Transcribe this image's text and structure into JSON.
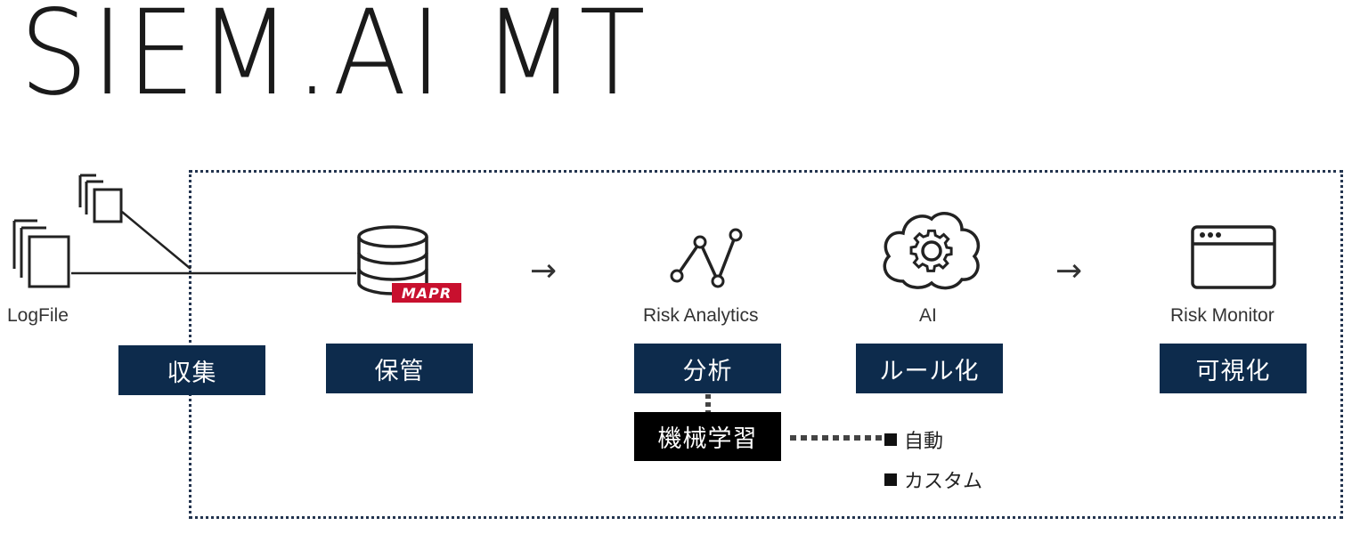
{
  "title": "SIEM.AI MT",
  "nodes": {
    "logfile": {
      "label": "LogFile"
    },
    "storage": {
      "badge": "MAPR"
    },
    "analytics": {
      "label": "Risk Analytics"
    },
    "ai": {
      "label": "AI"
    },
    "monitor": {
      "label": "Risk Monitor"
    }
  },
  "steps": {
    "collect": "収集",
    "store": "保管",
    "analyze": "分析",
    "rule": "ルール化",
    "visualize": "可視化",
    "ml": "機械学習"
  },
  "arrows": {
    "a1": "→",
    "a2": "→"
  },
  "legend": [
    "自動",
    "カスタム"
  ],
  "colors": {
    "step_box": "#0d2b4c",
    "ml_box": "#000000",
    "frame": "#23344f",
    "mapr": "#c8102e"
  }
}
